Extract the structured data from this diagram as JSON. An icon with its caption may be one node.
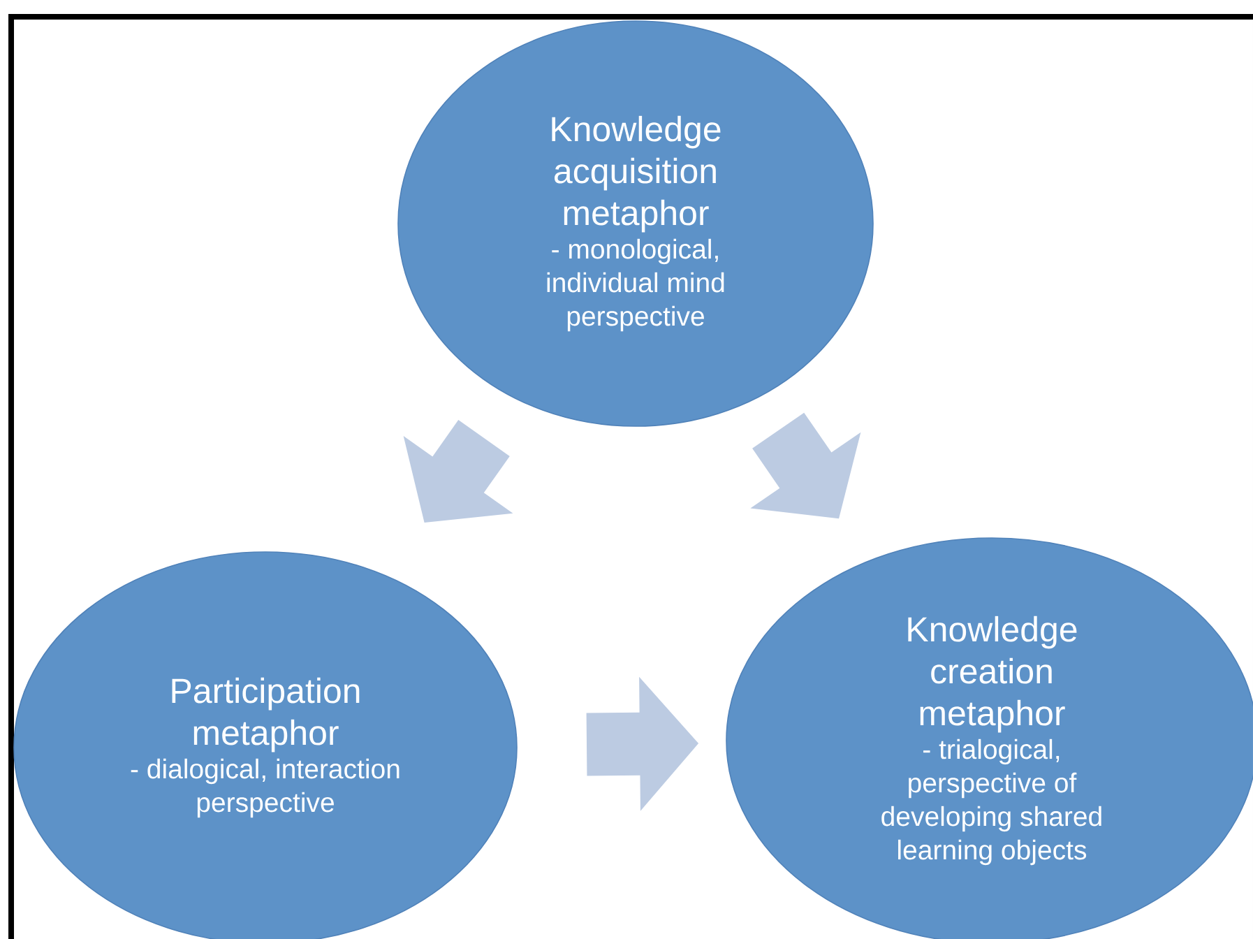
{
  "diagram": {
    "nodes": [
      {
        "text": [
          "Knowledge acquisition metaphor",
          "- monological, individual mind perspective"
        ]
      },
      {
        "text": [
          "Participation metaphor",
          "- dialogical, interaction perspective"
        ]
      },
      {
        "text": [
          "Knowledge creation metaphor",
          "- trialogical, perspective of developing shared learning objects"
        ]
      }
    ],
    "edges": [
      {
        "from": 0,
        "to": 1,
        "arrow": "to"
      },
      {
        "from": 0,
        "to": 2,
        "arrow": "to"
      },
      {
        "from": 1,
        "to": 2,
        "arrow": "to"
      }
    ]
  }
}
